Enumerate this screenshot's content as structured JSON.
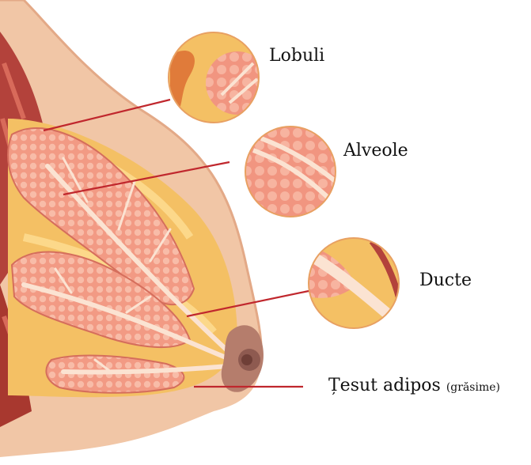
{
  "colors": {
    "skin": "#f1c6a6",
    "skin_dark": "#e3a987",
    "muscle": "#b3423b",
    "muscle_light": "#d86a5a",
    "fat": "#f4c064",
    "fat_light": "#ffe29a",
    "lobule": "#f3a38d",
    "lobule_dot": "#f7b9a6",
    "duct": "#fbe3d2",
    "nipple": "#8e5a50",
    "areola": "#b57d6c",
    "leader": "#c0272d",
    "label_text": "#111111"
  },
  "labels": {
    "lobules": "Lobuli",
    "alveoli": "Alveole",
    "ducts": "Ducte",
    "adipose_main": "Țesut adipos",
    "adipose_note": "(grăsime)"
  },
  "icons": {
    "zoom_lobules": "lobule-zoom-icon",
    "zoom_alveoli": "alveoli-zoom-icon",
    "zoom_ducts": "duct-zoom-icon"
  }
}
